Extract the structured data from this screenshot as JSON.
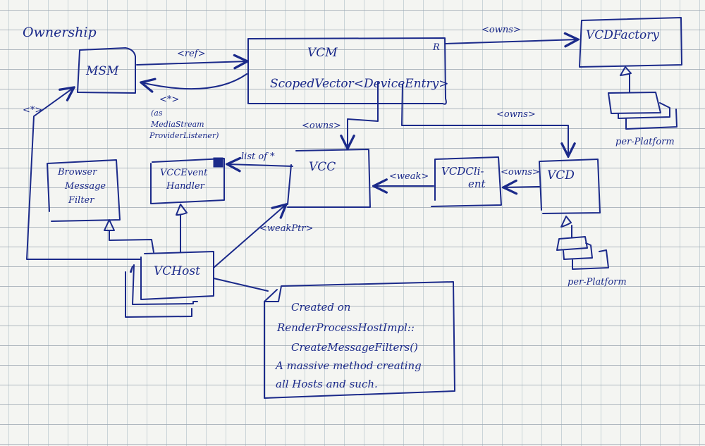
{
  "title": "Ownership",
  "ink_color": "#1b2a8a",
  "paper_color": "#f4f5f2",
  "boxes": {
    "msm": "MSM",
    "vcm_title": "VCM",
    "vcm_member": "ScopedVector<DeviceEntry>",
    "vcm_corner": "R",
    "vcd_factory": "VCDFactory",
    "browser_filter_lines": [
      "Browser",
      "Message",
      "Filter"
    ],
    "event_handler_lines": [
      "VCCEvent",
      "Handler"
    ],
    "vcc": "VCC",
    "vcd_client_lines": [
      "VCDCli-",
      "ent"
    ],
    "vcd": "VCD",
    "vchost": "VCHost"
  },
  "labels": {
    "msm_to_vcm": "<ref>",
    "vcm_to_msm": "<*>",
    "vcm_to_msm_note": [
      "(as",
      "MediaStream",
      "ProviderListener)"
    ],
    "vchost_to_msm": "<*>",
    "vcm_to_factory": "<owns>",
    "vcm_to_vcc": "<owns>",
    "vcm_to_vcd": "<owns>",
    "vcc_to_handler": "list of *",
    "vcdclient_to_vcc": "<weak>",
    "vcd_to_vcdclient": "<owns>",
    "vchost_to_vcc": "<weakPtr>",
    "factory_impl": "per-Platform",
    "vcd_impl": "per-Platform"
  },
  "note": {
    "lines": [
      "Created on",
      "RenderProcessHostImpl::",
      "CreateMessageFilters()",
      "A massive method creating",
      "all Hosts and such."
    ]
  }
}
